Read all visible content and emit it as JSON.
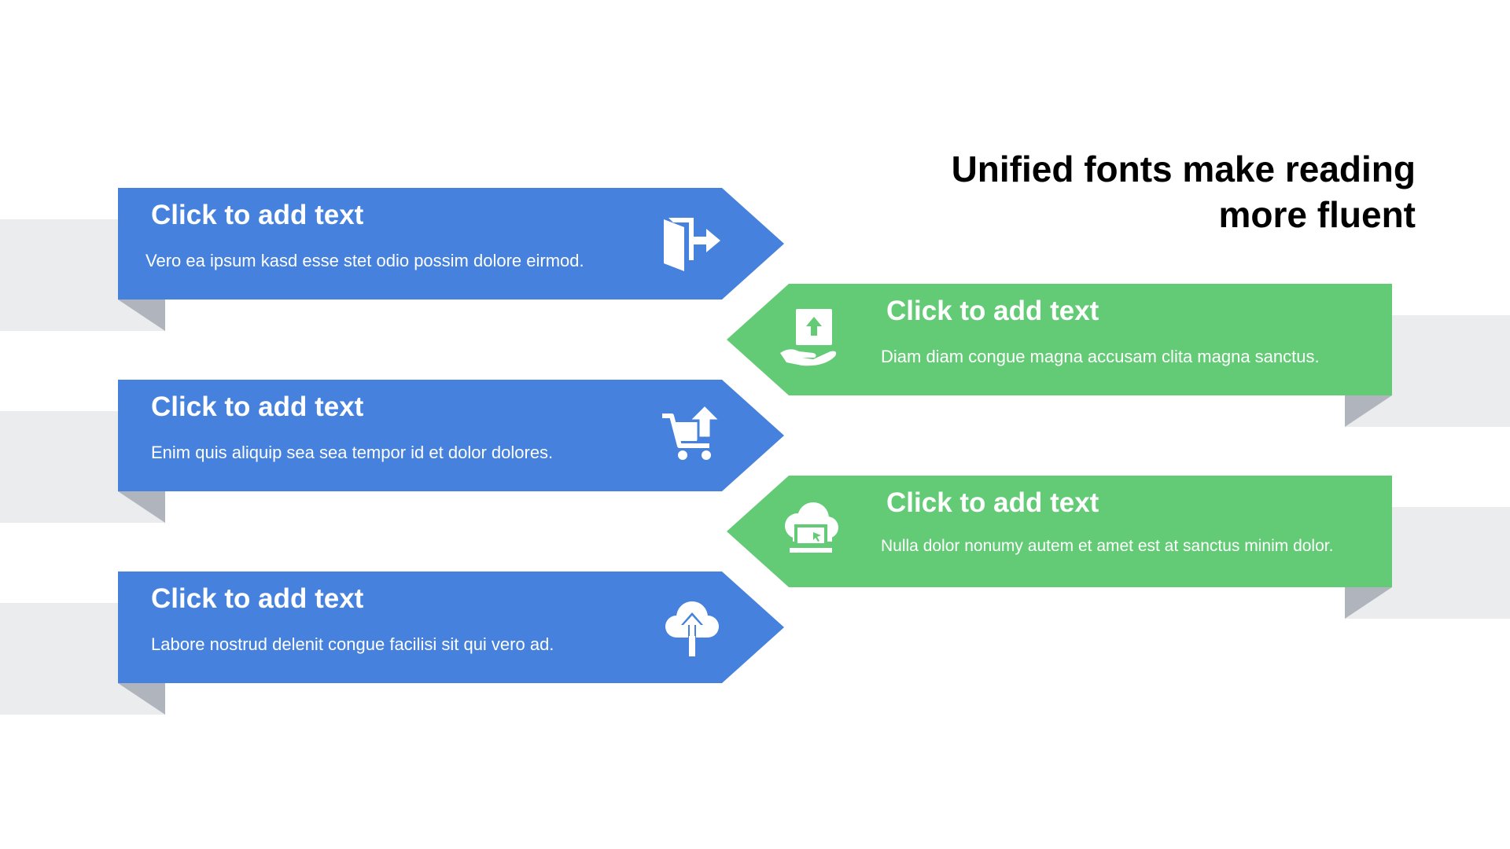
{
  "title": {
    "line1": "Unified fonts make reading",
    "line2": "more fluent"
  },
  "colors": {
    "blue": "#4581dd",
    "green": "#63cb76",
    "band": "#ebecee",
    "fold": "#b0b5bd"
  },
  "items": [
    {
      "heading": "Click to add text",
      "text": "Vero ea ipsum kasd esse stet odio possim dolore eirmod.",
      "icon": "door-exit-icon",
      "color": "blue"
    },
    {
      "heading": "Click to add text",
      "text": "Diam diam congue magna accusam clita magna sanctus.",
      "icon": "hand-upload-icon",
      "color": "green"
    },
    {
      "heading": "Click to add text",
      "text": "Enim quis aliquip sea sea tempor id et dolor dolores.",
      "icon": "cart-upload-icon",
      "color": "blue"
    },
    {
      "heading": "Click to add text",
      "text": "Nulla dolor nonumy autem et amet est at sanctus minim dolor.",
      "icon": "cloud-laptop-icon",
      "color": "green"
    },
    {
      "heading": "Click to add text",
      "text": "Labore nostrud delenit congue facilisi sit qui vero ad.",
      "icon": "cloud-upload-icon",
      "color": "blue"
    }
  ]
}
